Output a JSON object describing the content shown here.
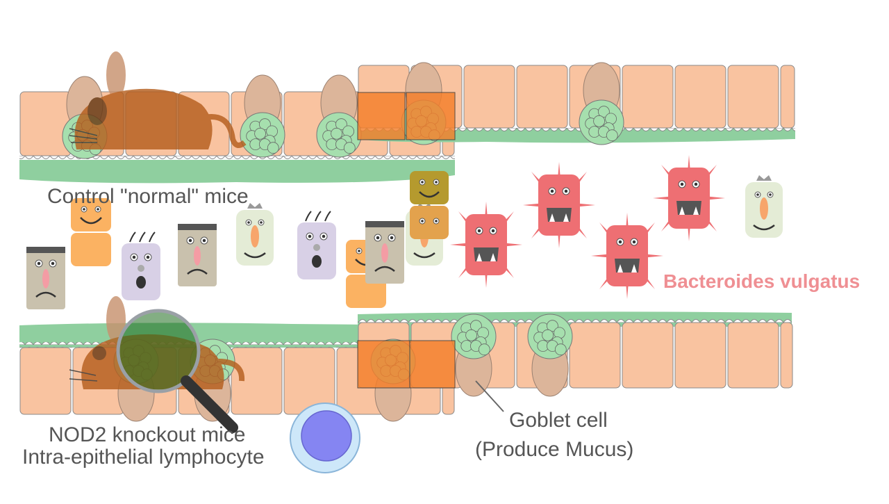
{
  "labels": {
    "control_mice": "Control \"normal\" mice",
    "nod2_mice": "NOD2 knockout mice",
    "lymphocyte": "Intra-epithelial lymphocyte",
    "goblet_cell": "Goblet cell",
    "goblet_function": "(Produce Mucus)",
    "bacteria": "Bacteroides vulgatus"
  },
  "colors": {
    "epithelial_cell": "#f9c3a0",
    "epithelial_outline": "#8a8a8a",
    "mucus_layer": "#8fcf9f",
    "goblet_body": "#dcb59a",
    "goblet_granule": "#a6dfae",
    "mouse_body": "#b55f1e",
    "bacteria": "#ee6f73",
    "lymphocyte_ring": "#c8e4f8",
    "lymphocyte_nucleus": "#8585f2",
    "label_text": "#555555",
    "bacteria_label": "#ef8f93"
  },
  "icons": [
    "mouse-icon",
    "magnifier-icon",
    "bacteria-icon",
    "microbe-face-icon",
    "lymphocyte-icon",
    "goblet-cell-icon"
  ]
}
